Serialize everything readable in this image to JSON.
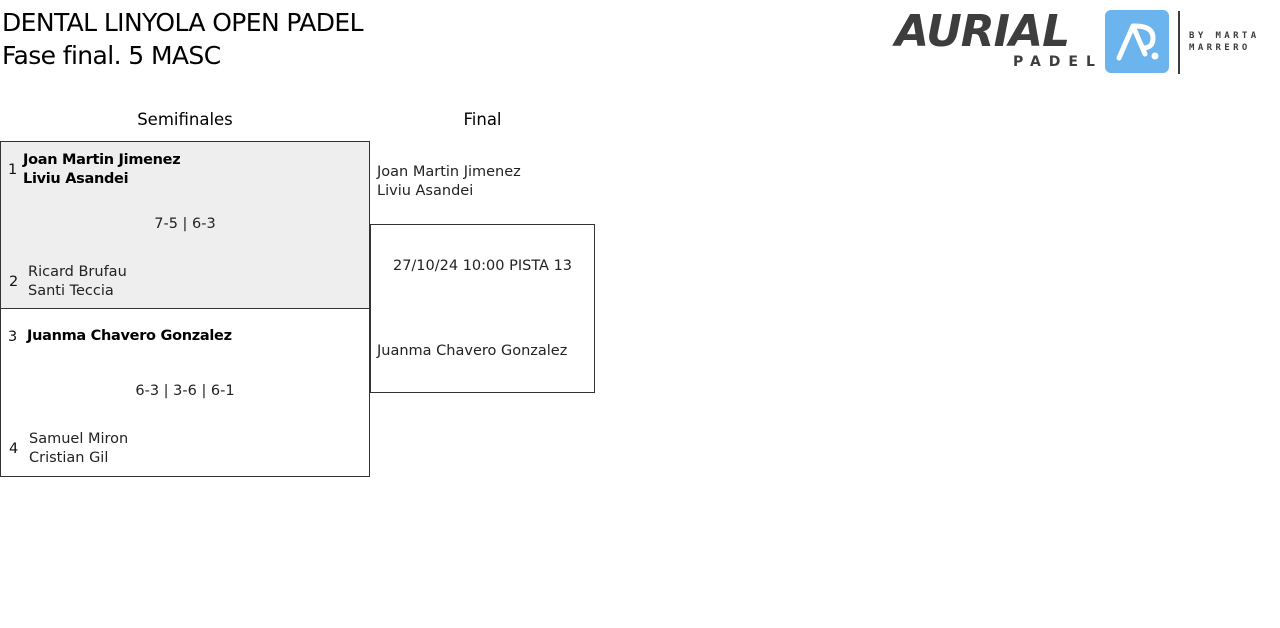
{
  "header": {
    "title_line1": "DENTAL LINYOLA OPEN PADEL",
    "title_line2": "Fase final. 5 MASC"
  },
  "logo": {
    "wordmark": "AURIAL",
    "subtitle": "PADEL",
    "byline": "BY MARTA\nMARRERO",
    "badge_color": "#6cb4ee",
    "text_color": "#3d3d3d"
  },
  "rounds": {
    "semifinals_label": "Semifinales",
    "final_label": "Final"
  },
  "semifinals": [
    {
      "team_a": {
        "seed": "1",
        "players": [
          "Joan Martin Jimenez",
          "Liviu Asandei"
        ],
        "winner": true
      },
      "score": "7-5 | 6-3",
      "team_b": {
        "seed": "2",
        "players": [
          "Ricard Brufau",
          "Santi Teccia"
        ],
        "winner": false
      }
    },
    {
      "team_a": {
        "seed": "3",
        "players": [
          "Juanma Chavero Gonzalez"
        ],
        "winner": true
      },
      "score": "6-3 | 3-6 | 6-1",
      "team_b": {
        "seed": "4",
        "players": [
          "Samuel Miron",
          "Cristian Gil"
        ],
        "winner": false
      }
    }
  ],
  "final": {
    "team_a": [
      "Joan Martin Jimenez",
      "Liviu Asandei"
    ],
    "schedule": "27/10/24 10:00 PISTA 13",
    "team_b": [
      "Juanma Chavero Gonzalez"
    ]
  },
  "colors": {
    "highlight_match_bg": "#eeeeee",
    "border": "#333333"
  }
}
